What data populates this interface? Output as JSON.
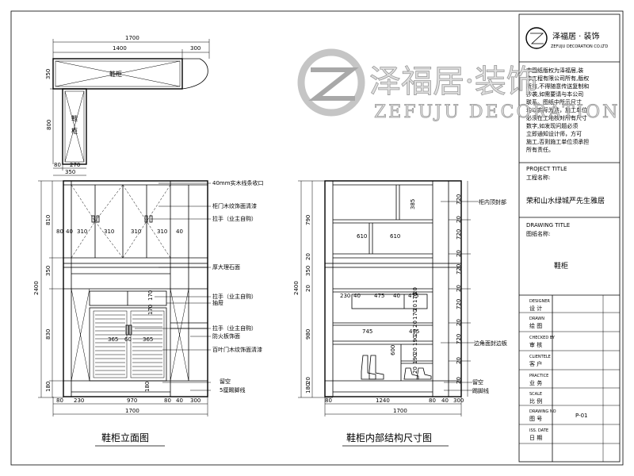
{
  "plan": {
    "top_width": "1700",
    "top_seg_a": "1400",
    "top_seg_b": "300",
    "cab_upper_label": "鞋柜",
    "cab_side_label_1": "鞋",
    "cab_side_label_2": "柜",
    "left_dim_a": "350",
    "left_dim_b": "800",
    "bottom_dim_a": "80",
    "bottom_dim_b": "270",
    "bottom_dim_c": "350"
  },
  "elevation": {
    "caption": "鞋柜立面图",
    "height_total": "2400",
    "h_810": "810",
    "h_350": "350",
    "h_830": "830",
    "h_180": "180",
    "top_dims": [
      "80",
      "40",
      "310",
      "310",
      "310",
      "310",
      "40"
    ],
    "drawer_dims": [
      "170",
      "170"
    ],
    "mid_dims": [
      "365",
      "60",
      "365"
    ],
    "bottom_dims": [
      "80",
      "230",
      "970",
      "80",
      "40",
      "300"
    ],
    "bottom_total": "1700",
    "right_180": "180",
    "notes": [
      "40mm实木线条收口",
      "柜门木纹饰面清漆",
      "拉手（业主自购）",
      "厚大理石面",
      "拉手（业主自购）",
      "抽屉",
      "拉手（业主自购）",
      "防火板饰面",
      "百叶门木纹饰面清漆",
      "留空",
      "5厘踢脚线"
    ]
  },
  "section": {
    "caption": "鞋柜内部结构尺寸图",
    "height_total": "2400",
    "left_dims": [
      "790",
      "20",
      "350",
      "20",
      "980",
      "20",
      "180"
    ],
    "right_dims": [
      "720",
      "20",
      "720",
      "20",
      "720",
      "20",
      "720",
      "20",
      "720",
      "20",
      "20"
    ],
    "top_dim_385": "385",
    "dim_610a": "610",
    "dim_610b": "610",
    "row_dims": [
      "230",
      "40",
      "475",
      "40",
      "475"
    ],
    "mid_dims_v": [
      "20",
      "170",
      "20",
      "170",
      "20"
    ],
    "mid_dims_v2": [
      "20",
      "190",
      "20",
      "190",
      "20"
    ],
    "dim_745": "745",
    "dim_475": "475",
    "dim_600": "600",
    "bottom_dims": [
      "80",
      "1240",
      "80",
      "40",
      "300"
    ],
    "bottom_total": "1700",
    "notes": [
      "柜内顶封部",
      "边角面封边板",
      "留空",
      "踢脚线"
    ]
  },
  "title_block": {
    "company": "泽福居 · 装饰",
    "company_en": "ZEFUJU DECORATION CO.LTD",
    "notice_lines": [
      "本图纸版权为泽福居,装",
      "饰工程有限公司所有,版权",
      "所有,不得随意传送复制和",
      "抄袭,如需要请与本公司",
      "联系。图纸中所示尺寸",
      "均以实际为准，施工单位",
      "必须在工地核对所有尺寸",
      "数字,如发现问题必须",
      "立即通知设计师，方可",
      "施工,否则施工单位须承担",
      "所有责任。"
    ],
    "project_title_en": "PROJECT TITLE",
    "project_title_cn": "工程名称:",
    "project_name": "荣和山水绿城严先生雅居",
    "drawing_title_en": "DRAWING TITLE",
    "drawing_title_cn": "图纸名称:",
    "drawing_name": "鞋柜",
    "rows": [
      {
        "en": "DESIGNER",
        "cn": "设 计"
      },
      {
        "en": "DRAWN",
        "cn": "绘 图"
      },
      {
        "en": "CHECKED BY",
        "cn": "审 核"
      },
      {
        "en": "CLIENTELE",
        "cn": "客 户"
      },
      {
        "en": "PRACTICE",
        "cn": "业 务"
      },
      {
        "en": "SCALE",
        "cn": "比 例"
      },
      {
        "en": "DRAWING NO",
        "cn": "图 号"
      },
      {
        "en": "ISS. DATE",
        "cn": "日 期"
      }
    ],
    "drawing_no": "P-01"
  },
  "watermark": {
    "brand": "泽福居·装饰",
    "brand_en": "ZEFUJU DECORATION"
  }
}
